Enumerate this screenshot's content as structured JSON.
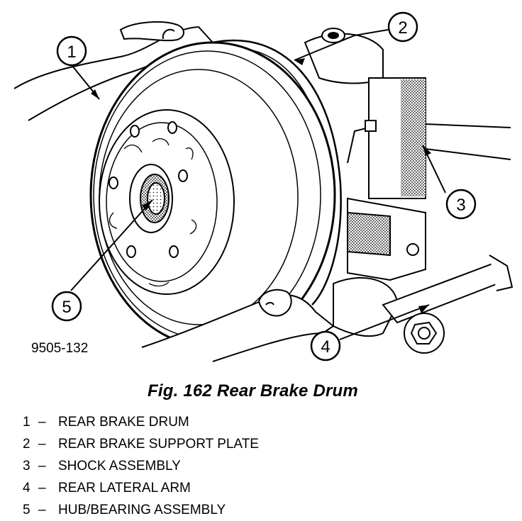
{
  "figure": {
    "part_code": "9505-132",
    "caption": "Fig. 162 Rear Brake Drum",
    "callouts": [
      "1",
      "2",
      "3",
      "4",
      "5"
    ]
  },
  "legend": [
    {
      "number": "1",
      "dash": "–",
      "label": "REAR BRAKE DRUM"
    },
    {
      "number": "2",
      "dash": "–",
      "label": "REAR BRAKE SUPPORT PLATE"
    },
    {
      "number": "3",
      "dash": "–",
      "label": "SHOCK ASSEMBLY"
    },
    {
      "number": "4",
      "dash": "–",
      "label": "REAR LATERAL ARM"
    },
    {
      "number": "5",
      "dash": "–",
      "label": "HUB/BEARING ASSEMBLY"
    }
  ],
  "icons": {
    "drum": "brake-drum-icon",
    "support_plate": "support-plate-icon",
    "shock": "shock-absorber-icon",
    "arm": "lateral-arm-icon",
    "hub": "hub-bearing-icon",
    "hands": "hand-icon"
  }
}
